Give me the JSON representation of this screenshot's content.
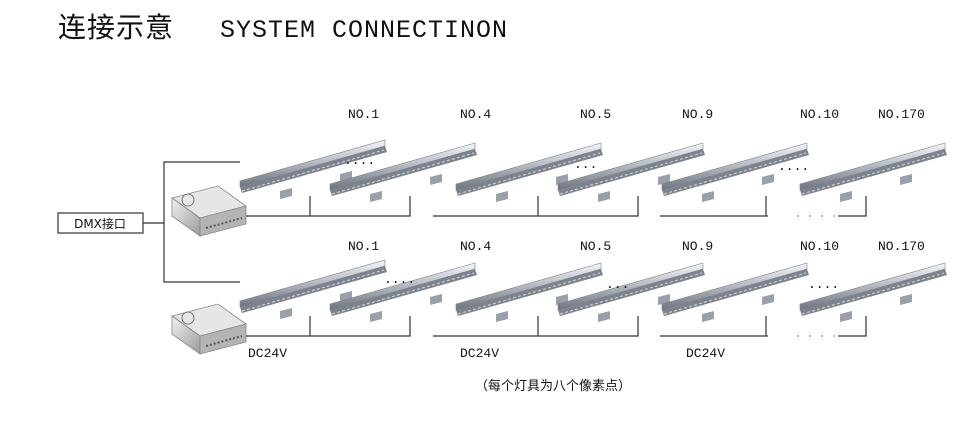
{
  "title": {
    "zh": "连接示意",
    "en": "SYSTEM CONNECTINON"
  },
  "controller": {
    "label": "DMX接口"
  },
  "rows": [
    {
      "fixture_labels": [
        "NO.1",
        "NO.4",
        "NO.5",
        "NO.9",
        "NO.10",
        "NO.170"
      ],
      "ellipsis": [
        "....",
        "...",
        "....",
        "...."
      ]
    },
    {
      "fixture_labels": [
        "NO.1",
        "NO.4",
        "NO.5",
        "NO.9",
        "NO.10",
        "NO.170"
      ],
      "ellipsis": [
        "....",
        "...",
        "...."
      ]
    }
  ],
  "voltage_labels": [
    "DC24V",
    "DC24V",
    "DC24V"
  ],
  "note": "（每个灯具为八个像素点）",
  "colors": {
    "line": "#333333",
    "bar_top": "#e4e7ec",
    "bar_mid": "#9aa0aa",
    "bar_dark": "#5a606a"
  }
}
